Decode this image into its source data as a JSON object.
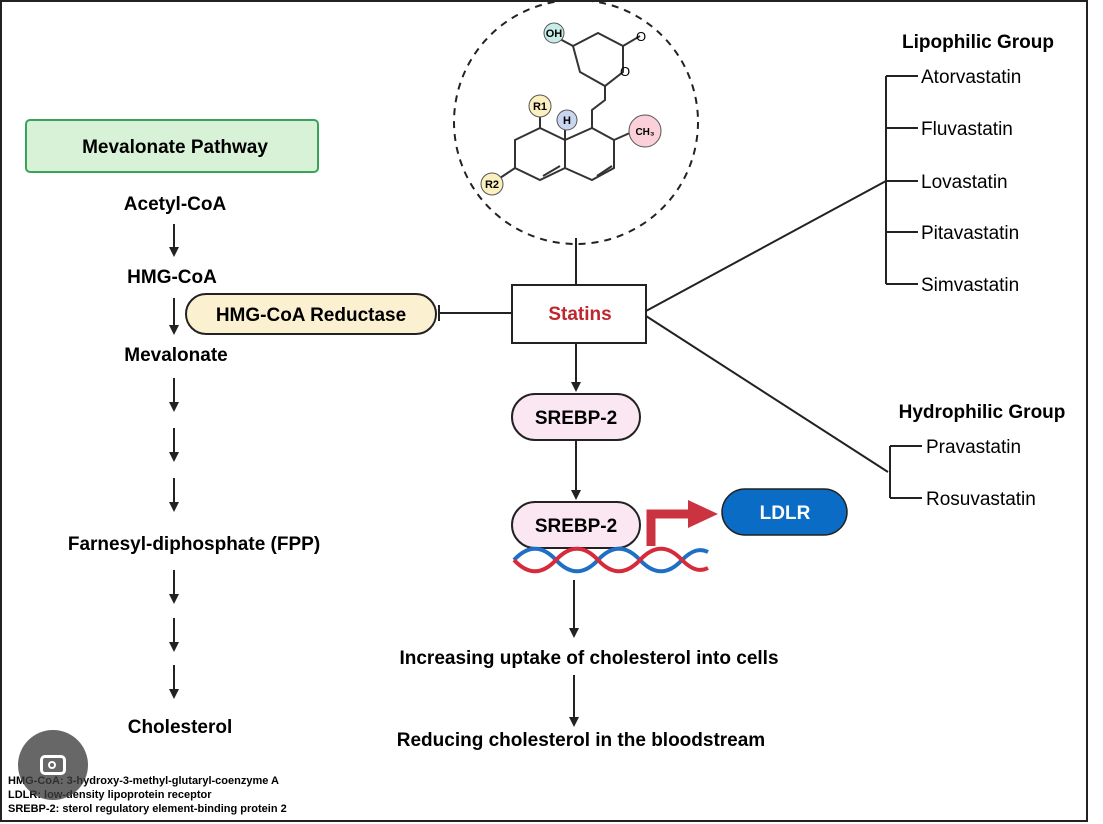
{
  "pathway": {
    "title": "Mevalonate Pathway",
    "steps": [
      "Acetyl-CoA",
      "HMG-CoA",
      "Mevalonate",
      "Farnesyl-diphosphate (FPP)",
      "Cholesterol"
    ],
    "enzyme": "HMG-CoA Reductase"
  },
  "statins": {
    "label": "Statins"
  },
  "molecule": {
    "oh": "OH",
    "r1": "R1",
    "h": "H",
    "ch3": "CH₃",
    "r2": "R2",
    "o1": "O",
    "o2": "O"
  },
  "lipophilic": {
    "title": "Lipophilic Group",
    "items": [
      "Atorvastatin",
      "Fluvastatin",
      "Lovastatin",
      "Pitavastatin",
      "Simvastatin"
    ]
  },
  "hydrophilic": {
    "title": "Hydrophilic Group",
    "items": [
      "Pravastatin",
      "Rosuvastatin"
    ]
  },
  "mechanism": {
    "srebp_1": "SREBP-2",
    "srebp_2": "SREBP-2",
    "ldlr": "LDLR",
    "uptake": "Increasing uptake of cholesterol into cells",
    "reduce": "Reducing cholesterol in the bloodstream"
  },
  "footnotes": [
    "HMG-CoA: 3-hydroxy-3-methyl-glutaryl-coenzyme A",
    "LDLR: low-density lipoprotein receptor",
    "SREBP-2: sterol regulatory element-binding protein 2"
  ],
  "colors": {
    "pathway_box_fill": "#d7f2d7",
    "pathway_box_stroke": "#3aa35a",
    "enzyme_fill": "#fbf0cf",
    "statins_text": "#c0262d",
    "srebp_fill": "#fbe7f2",
    "ldlr_fill": "#0a6cc4",
    "arrow_red": "#cc3340",
    "dna_red": "#d62b3a",
    "dna_blue": "#1f6fc4"
  },
  "icons": {
    "lens": "google-lens-icon"
  }
}
